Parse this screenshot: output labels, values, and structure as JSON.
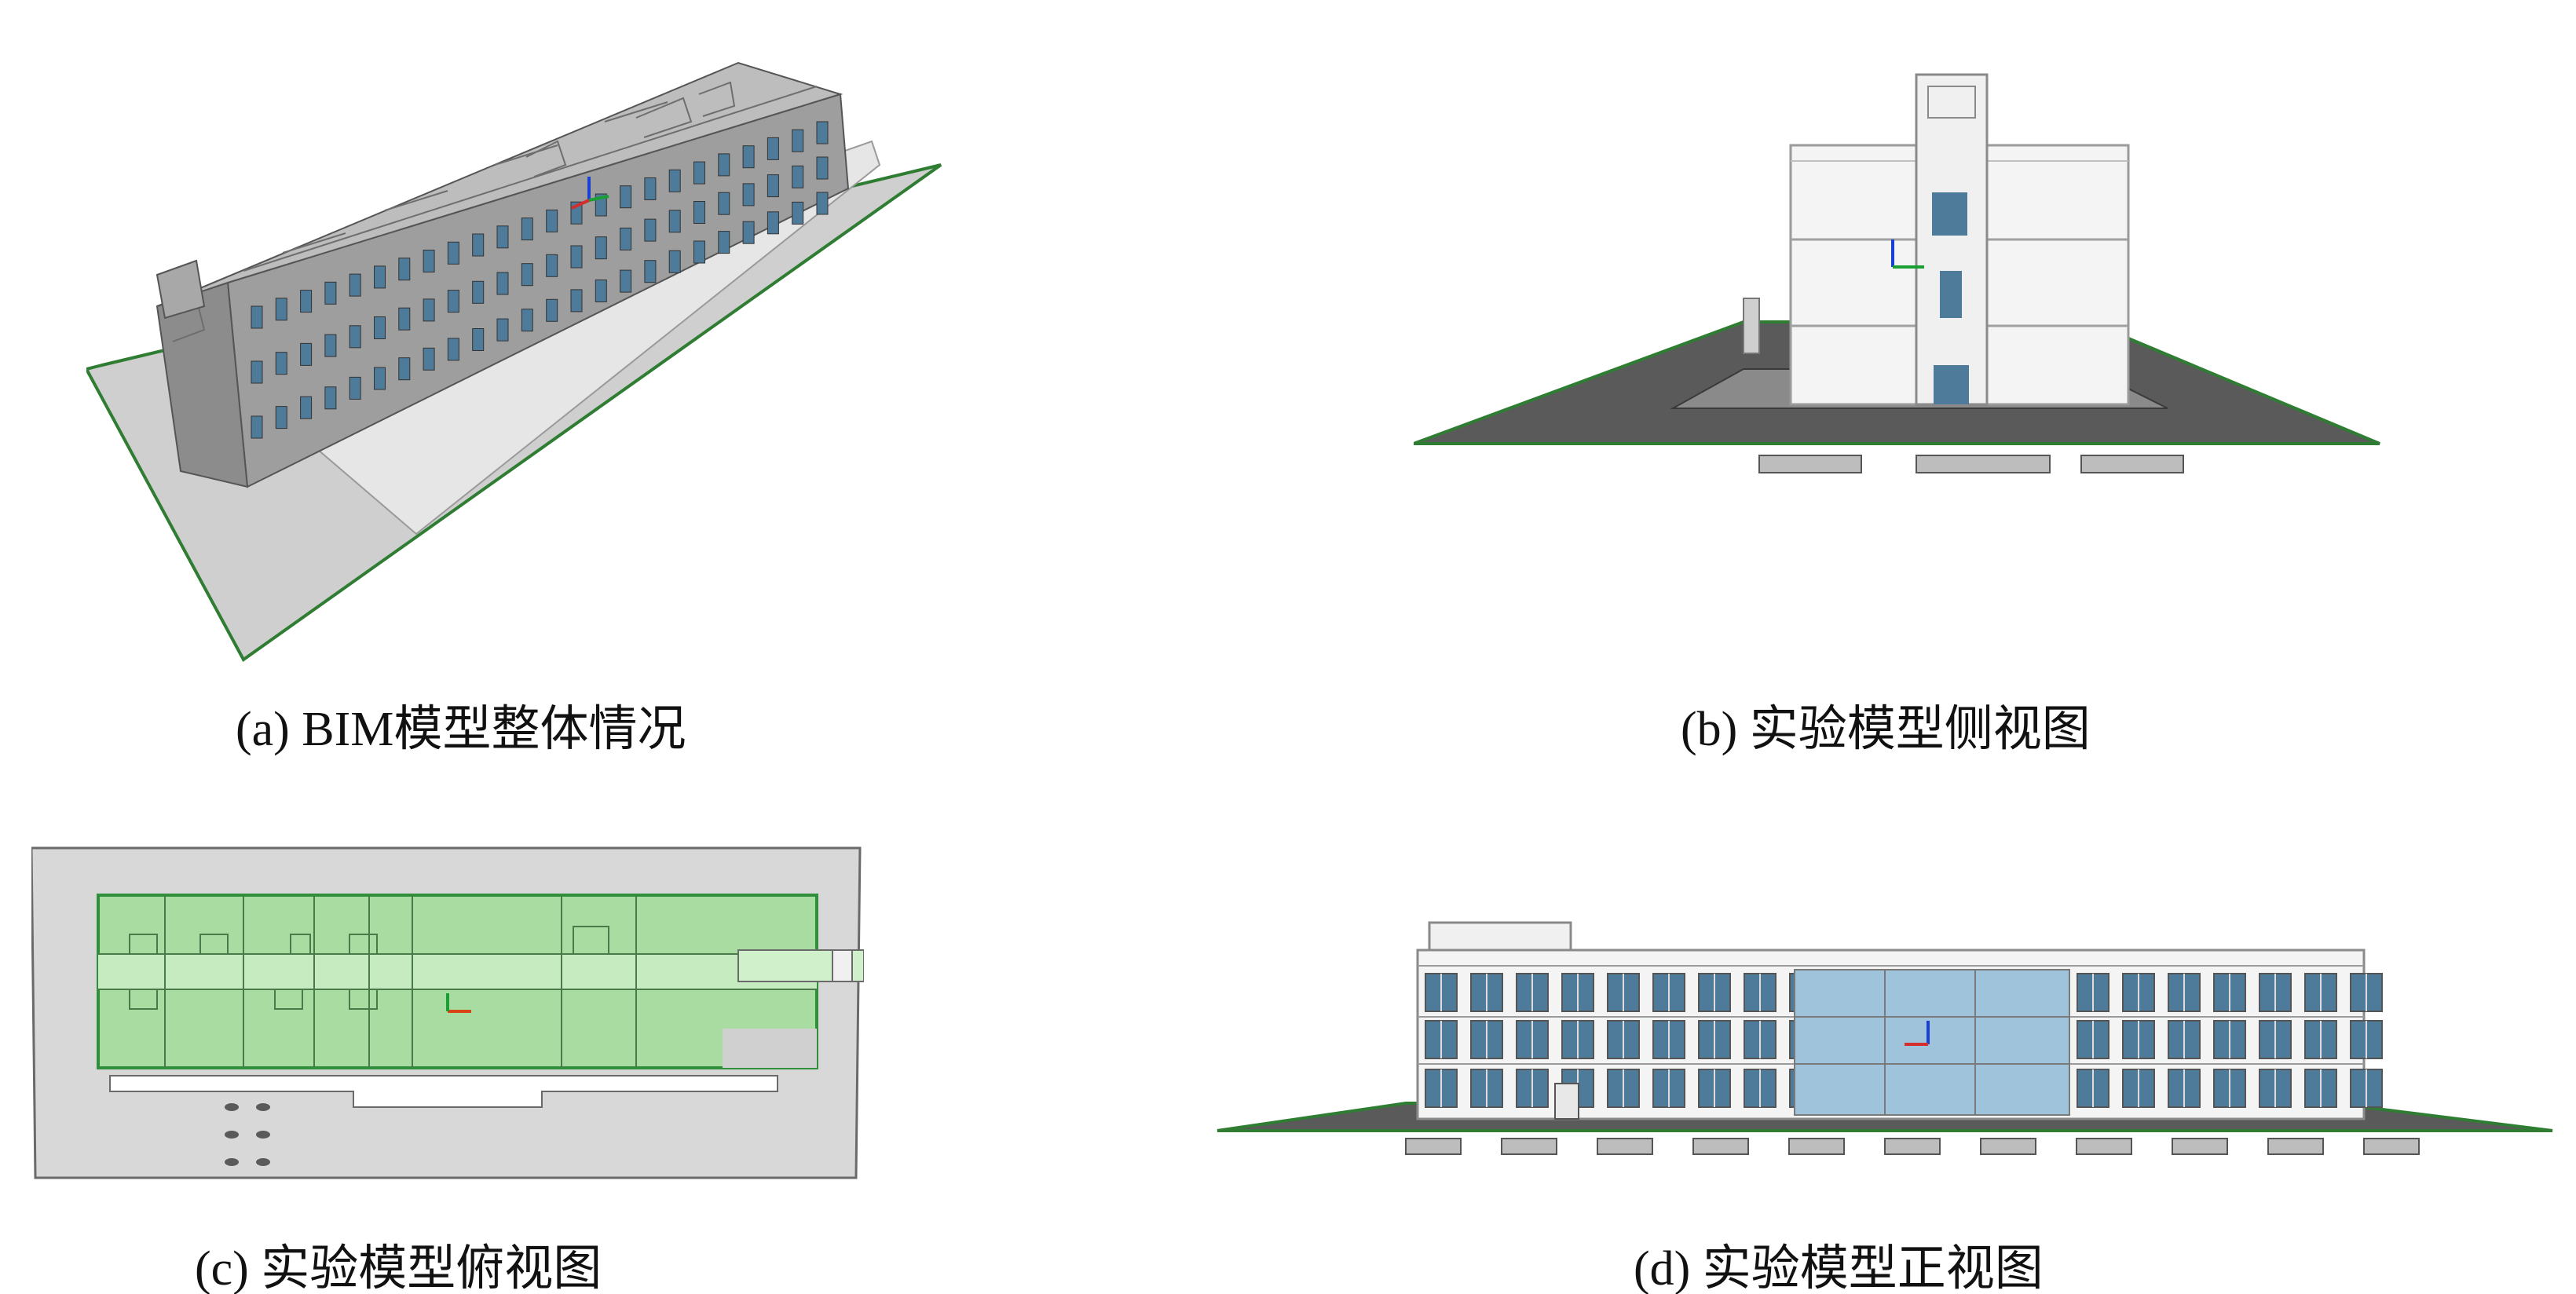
{
  "figure": {
    "panels": [
      {
        "id": "a",
        "caption": "(a) BIM模型整体情况"
      },
      {
        "id": "b",
        "caption": "(b) 实验模型侧视图"
      },
      {
        "id": "c",
        "caption": "(c) 实验模型俯视图"
      },
      {
        "id": "d",
        "caption": "(d) 实验模型正视图"
      }
    ]
  },
  "colors": {
    "ground": "#d2d2d2",
    "ground_dark": "#5e5e5e",
    "edge_green": "#2e7d32",
    "wall": "#f4f4f4",
    "roof": "#b9b9b9",
    "glass": "#4f7b9a",
    "glass_light": "#9ec3da",
    "plan_fill": "#a9dca0",
    "plan_line": "#2f8f3a"
  },
  "icons": [
    "axis-gizmo-icon"
  ]
}
